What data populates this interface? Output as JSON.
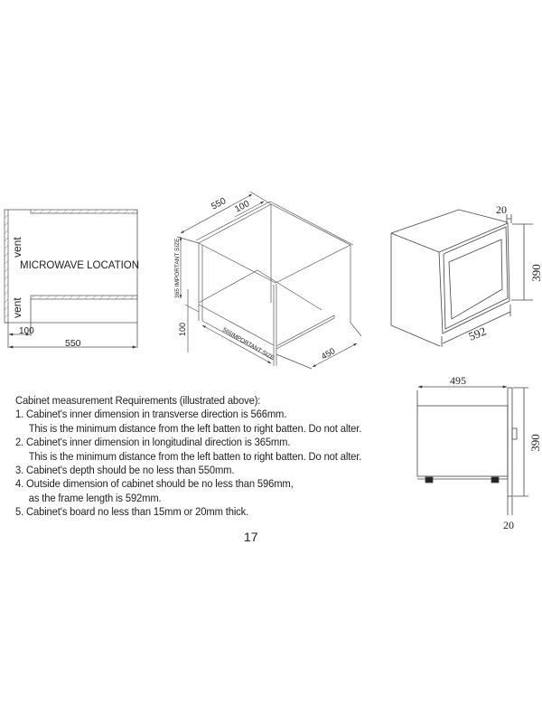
{
  "page": {
    "page_number": "17"
  },
  "figure_location": {
    "label": "MICROWAVE LOCATION",
    "vent_top": "vent",
    "vent_bottom": "vent",
    "dim_left_offset": "100",
    "dim_depth": "550"
  },
  "figure_cabinet_iso": {
    "dim_depth": "550",
    "dim_vent": "100",
    "dim_height_important": "365 IMPORTANT SIZE",
    "dim_base": "100",
    "dim_width_important": "566IMPORTANT SIZE",
    "dim_side": "450"
  },
  "figure_microwave_front": {
    "dim_frame_thickness": "20",
    "dim_height": "390",
    "dim_width": "592"
  },
  "figure_microwave_side": {
    "dim_depth": "495",
    "dim_height": "390",
    "dim_frame_thickness": "20"
  },
  "requirements": {
    "title": "Cabinet measurement Requirements (illustrated above):",
    "items": [
      {
        "text": "1. Cabinet's inner dimension in transverse direction is 566mm.",
        "note": "This is the minimum distance from the left batten to right batten. Do not alter."
      },
      {
        "text": "2. Cabinet's inner dimension in longitudinal direction is 365mm.",
        "note": "This is the minimum distance from the left batten to right batten. Do not alter."
      },
      {
        "text": "3. Cabinet's depth should be no less than 550mm.",
        "note": ""
      },
      {
        "text": "4. Outside dimension of cabinet should be no less than 596mm,",
        "note": "as the frame length is 592mm."
      },
      {
        "text": "5. Cabinet's board no less than 15mm or 20mm thick.",
        "note": ""
      }
    ]
  }
}
